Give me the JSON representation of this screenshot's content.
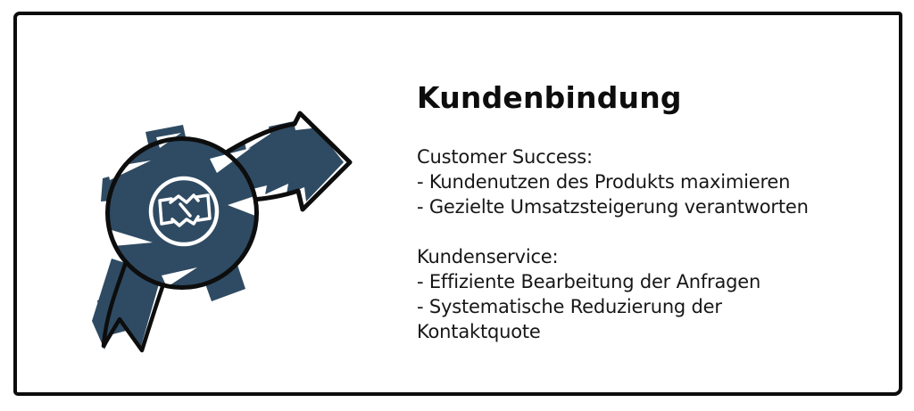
{
  "content": {
    "title": "Kundenbindung",
    "sections": [
      {
        "heading": "Customer Success:",
        "bullets": [
          "- Kundenutzen des Produkts maximieren",
          "- Gezielte Umsatzsteigerung verantworten"
        ]
      },
      {
        "heading": "Kundenservice:",
        "bullets": [
          "- Effiziente Bearbeitung der Anfragen",
          "- Systematische Reduzierung der\nKontaktquote"
        ]
      }
    ]
  },
  "illustration": {
    "description": "hand-drawn award badge with handshake, ribbon tail and rising arrow",
    "icons": [
      "award-ribbon-icon",
      "growth-arrow-icon",
      "handshake-icon"
    ]
  },
  "colors": {
    "badge_blue": "#2f4b63",
    "outline_black": "#0d0d0d",
    "background": "#ffffff",
    "text": "#141414"
  }
}
